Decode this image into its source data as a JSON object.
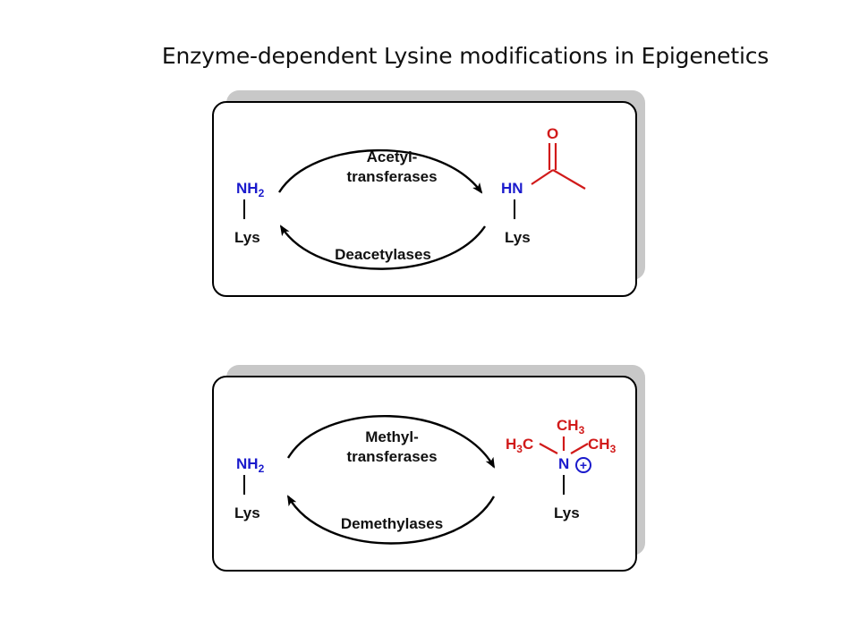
{
  "title": "Enzyme-dependent Lysine modifications in Epigenetics",
  "acetylation": {
    "substrate": {
      "amine_main": "NH",
      "amine_sub": "2",
      "residue": "Lys"
    },
    "forward_enzyme_line1": "Acetyl-",
    "forward_enzyme_line2": "transferases",
    "reverse_enzyme": "Deacetylases",
    "product": {
      "amide": "HN",
      "carbonyl_oxygen": "O",
      "residue": "Lys"
    }
  },
  "methylation": {
    "substrate": {
      "amine_main": "NH",
      "amine_sub": "2",
      "residue": "Lys"
    },
    "forward_enzyme_line1": "Methyl-",
    "forward_enzyme_line2": "transferases",
    "reverse_enzyme": "Demethylases",
    "product": {
      "nitrogen": "N",
      "charge": "+",
      "methyl_top": {
        "main": "CH",
        "sub": "3"
      },
      "methyl_left": {
        "pre": "H",
        "sub": "3",
        "post": "C"
      },
      "methyl_right": {
        "main": "CH",
        "sub": "3"
      },
      "residue": "Lys"
    }
  },
  "colors": {
    "nitrogen": "#1a1acc",
    "modification": "#d11a1a",
    "shadow": "#c8c8c8"
  }
}
